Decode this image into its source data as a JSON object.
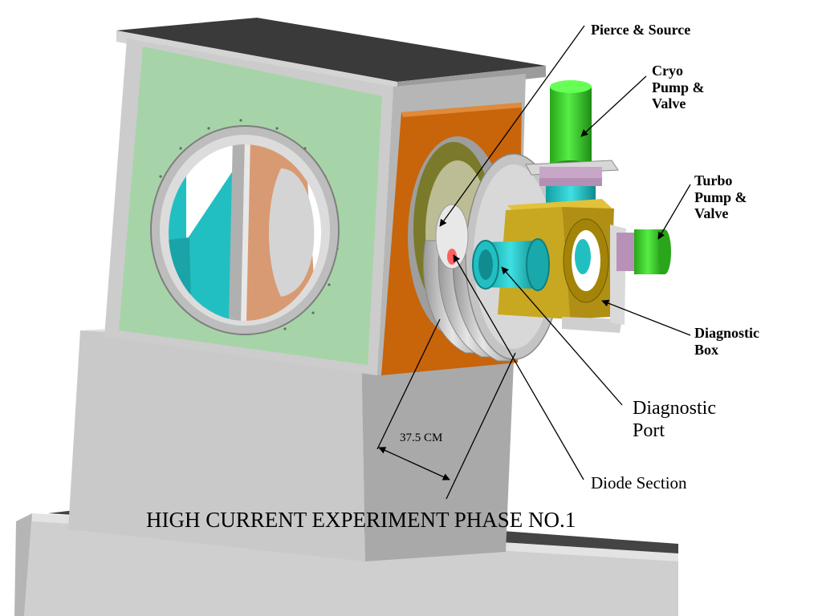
{
  "diagram": {
    "labels": {
      "pierce_source": "Pierce & Source",
      "cryo": [
        "Cryo",
        "Pump &",
        "Valve"
      ],
      "turbo": [
        "Turbo",
        "Pump &",
        "Valve"
      ],
      "diagnostic_box": [
        "Diagnostic",
        "Box"
      ],
      "diagnostic_port": [
        "Diagnostic",
        "Port"
      ],
      "diode_section": "Diode Section",
      "dimension": "37.5 CM"
    },
    "title": "HIGH CURRENT EXPERIMENT PHASE NO.1"
  },
  "colors": {
    "frame_gray": "#c8c8c8",
    "panel_green": "#a6d4a8",
    "copper_plate": "#c8640a",
    "cryo_green": "#33cc22",
    "cyan_port": "#21c5c8",
    "diagnostic_box_yellow": "#c8a820",
    "floor_dark": "#454545"
  }
}
